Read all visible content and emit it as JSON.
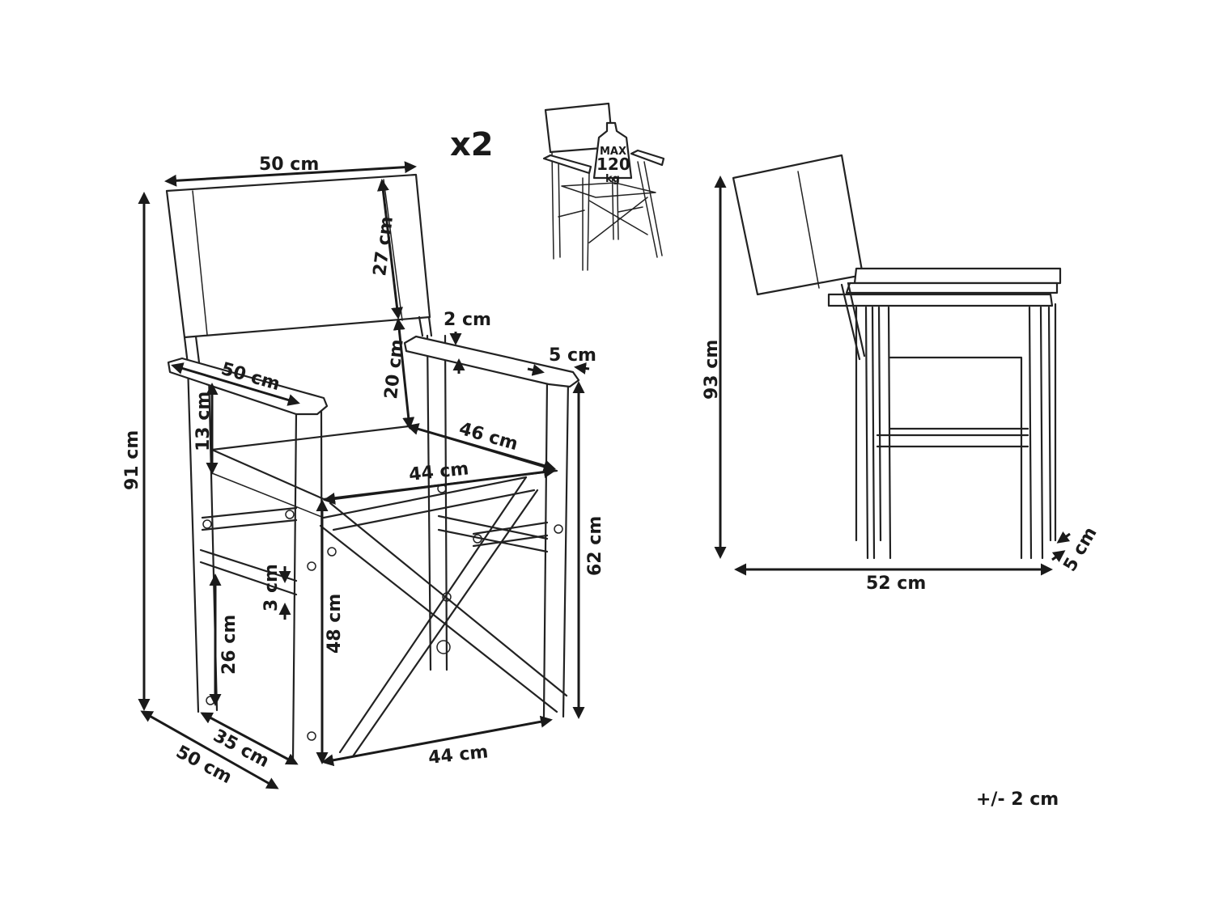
{
  "quantity_label": "x2",
  "max_load": {
    "line1": "MAX",
    "line2": "120",
    "line3": "kg"
  },
  "tolerance": "+/- 2 cm",
  "front_view": {
    "backrest_width": "50 cm",
    "backrest_height": "27 cm",
    "back_gap": "20 cm",
    "armrest_length": "50 cm",
    "armrest_thickness": "2 cm",
    "armrest_width": "5 cm",
    "arm_to_seat": "13 cm",
    "seat_depth": "46 cm",
    "seat_width": "44 cm",
    "total_height": "91 cm",
    "arm_height": "62 cm",
    "seat_height": "48 cm",
    "rail_height": "3 cm",
    "rail_to_floor": "26 cm",
    "base_depth_inner": "35 cm",
    "base_depth_outer": "50 cm",
    "base_width": "44 cm"
  },
  "side_view": {
    "height": "93 cm",
    "depth": "52 cm",
    "folded_thickness": "5 cm"
  }
}
